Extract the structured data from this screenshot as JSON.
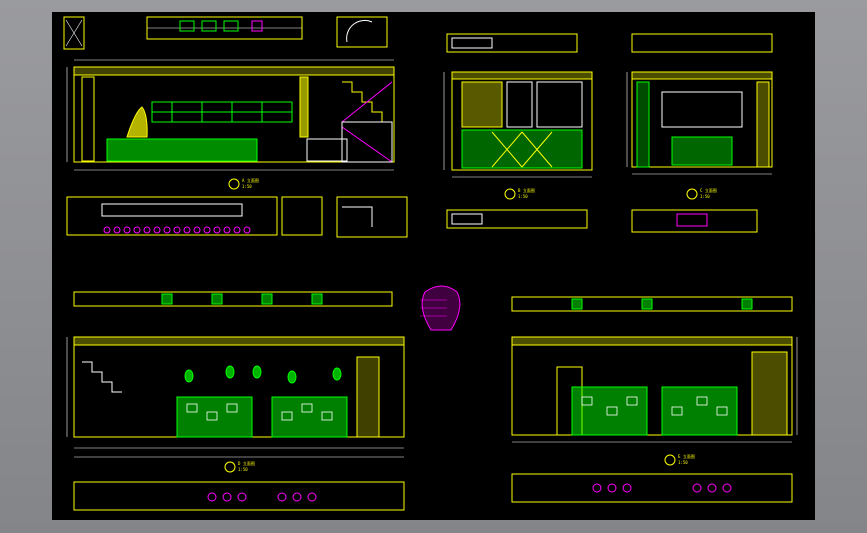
{
  "drawing": {
    "background": "#000000",
    "frame": "#8b8c90",
    "colors": {
      "yellow": "#ffff00",
      "green": "#00ff00",
      "white": "#ffffff",
      "cyan": "#00ffff",
      "magenta": "#ff00ff",
      "red": "#ff3030",
      "orange": "#ffa500"
    }
  },
  "titles": {
    "a": "A 立面图",
    "b": "B 立面图",
    "c": "C 立面图",
    "d": "D 立面图",
    "e": "E 立面图"
  },
  "scale": "1:50"
}
